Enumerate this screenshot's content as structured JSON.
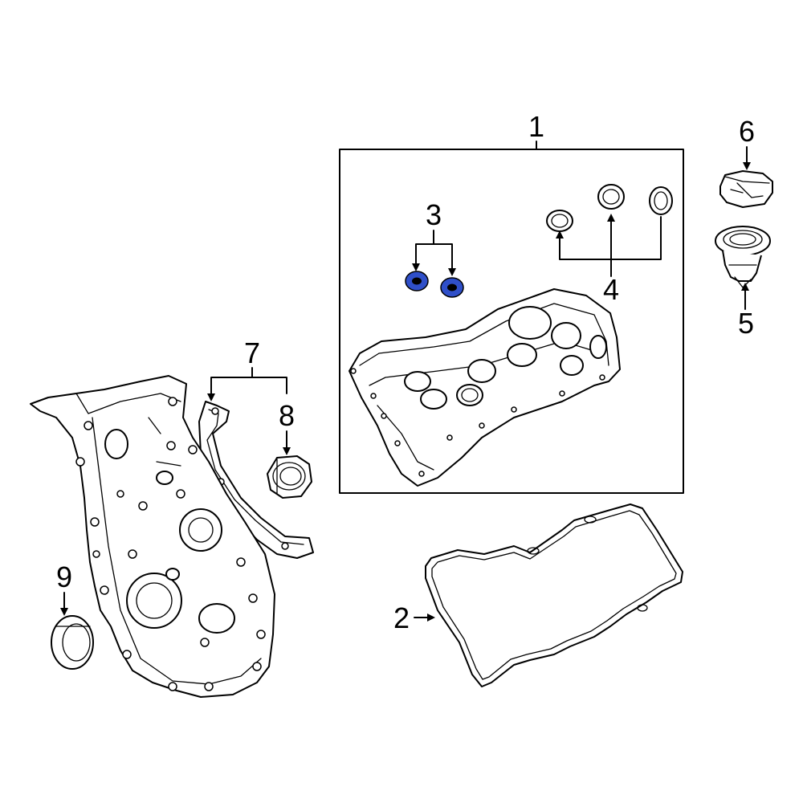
{
  "colors": {
    "highlight": "#2f4fc9",
    "line": "#000000",
    "background": "#ffffff"
  },
  "callouts": {
    "c1": "1",
    "c2": "2",
    "c3": "3",
    "c4": "4",
    "c5": "5",
    "c6": "6",
    "c7": "7",
    "c8": "8",
    "c9": "9"
  }
}
